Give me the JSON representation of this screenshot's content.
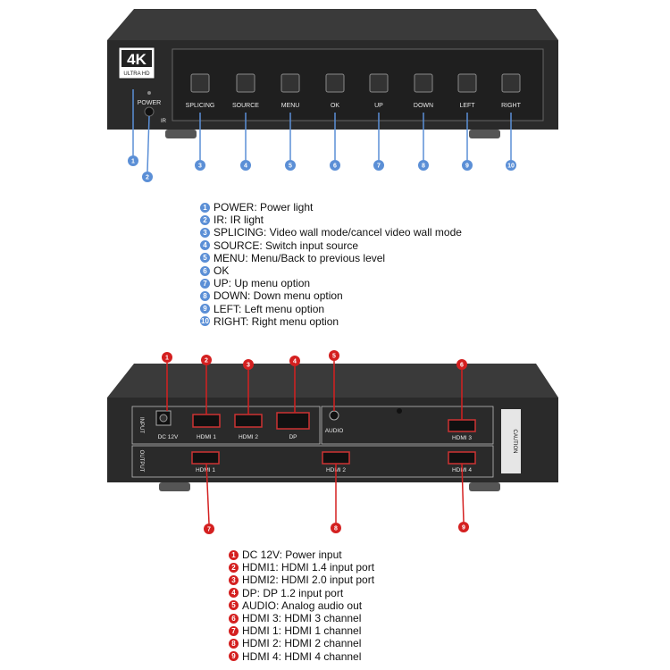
{
  "front": {
    "badge_big": "4K",
    "badge_small": "ULTRA HD",
    "power_label": "POWER",
    "ir_label": "IR",
    "buttons": [
      "SPLICING",
      "SOURCE",
      "MENU",
      "OK",
      "UP",
      "DOWN",
      "LEFT",
      "RIGHT"
    ],
    "callouts": [
      "1",
      "2",
      "3",
      "4",
      "5",
      "6",
      "7",
      "8",
      "9",
      "10"
    ],
    "legend": [
      {
        "num": "1",
        "text": "POWER: Power light"
      },
      {
        "num": "2",
        "text": "IR: IR light"
      },
      {
        "num": "3",
        "text": "SPLICING: Video wall mode/cancel video wall mode"
      },
      {
        "num": "4",
        "text": "SOURCE: Switch input source"
      },
      {
        "num": "5",
        "text": "MENU: Menu/Back to previous level"
      },
      {
        "num": "6",
        "text": "OK"
      },
      {
        "num": "7",
        "text": "UP: Up menu option"
      },
      {
        "num": "8",
        "text": "DOWN: Down menu option"
      },
      {
        "num": "9",
        "text": "LEFT: Left menu option"
      },
      {
        "num": "10",
        "text": "RIGHT: Right menu option"
      }
    ]
  },
  "rear": {
    "input_label": "INPUT",
    "output_label": "OUTPUT",
    "ports_top": [
      "DC 12V",
      "HDMI 1",
      "HDMI 2",
      "DP",
      "AUDIO"
    ],
    "port_right_top": "HDMI 3",
    "ports_bottom": [
      "HDMI 1",
      "HDMI 2",
      "HDMI 4"
    ],
    "caution": "CAUTION",
    "callouts": [
      "1",
      "2",
      "3",
      "4",
      "5",
      "6",
      "7",
      "8",
      "9"
    ],
    "legend": [
      {
        "num": "1",
        "text": "DC 12V: Power input"
      },
      {
        "num": "2",
        "text": "HDMI1: HDMI 1.4 input port"
      },
      {
        "num": "3",
        "text": "HDMI2: HDMI 2.0 input port"
      },
      {
        "num": "4",
        "text": "DP: DP 1.2 input port"
      },
      {
        "num": "5",
        "text": "AUDIO: Analog audio out"
      },
      {
        "num": "6",
        "text": "HDMI 3: HDMI 3 channel"
      },
      {
        "num": "7",
        "text": "HDMI 1: HDMI 1 channel"
      },
      {
        "num": "8",
        "text": "HDMI 2: HDMI 2 channel"
      },
      {
        "num": "9",
        "text": "HDMI 4: HDMI 4 channel"
      }
    ]
  }
}
